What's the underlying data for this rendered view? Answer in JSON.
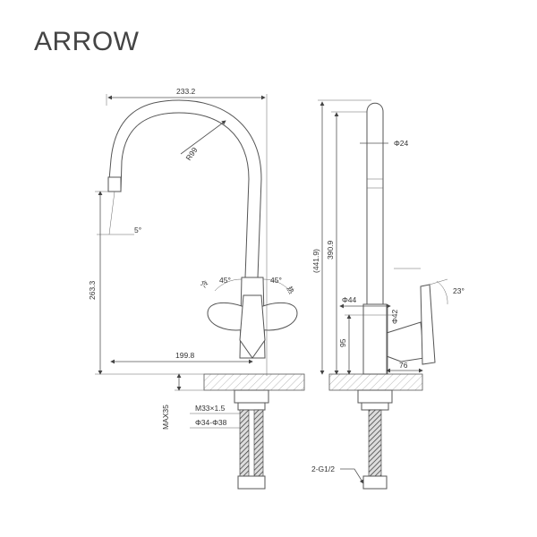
{
  "brand": {
    "name": "ARROW"
  },
  "front_view": {
    "width_top": "233.2",
    "radius": "R99",
    "spout_angle": "5°",
    "height": "263.3",
    "handle_left_angle": "45°",
    "handle_right_angle": "45°",
    "width_bottom": "199.8",
    "max_deck": "MAX35",
    "thread": "M33×1.5",
    "hole_range": "Φ34-Φ38"
  },
  "side_view": {
    "spout_dia": "Φ24",
    "total_height": "(441.9)",
    "spout_height": "390.9",
    "handle_angle": "23°",
    "base_dia_small": "Φ44",
    "base_dia": "Φ42",
    "handle_height": "95",
    "depth": "76",
    "hose": "2-G1/2"
  }
}
